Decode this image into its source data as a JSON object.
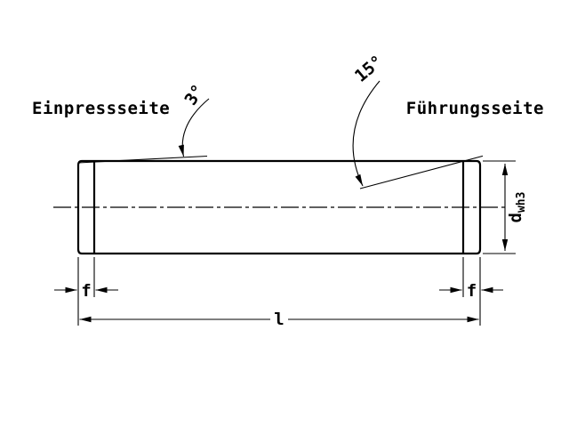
{
  "drawing": {
    "label_press_side": "Einpressseite",
    "label_guide_side": "Führungsseite",
    "angle_press": "3°",
    "angle_guide": "15°",
    "dim_diameter_main": "d",
    "dim_diameter_sub": "wh3",
    "dim_chamfer_left": "f",
    "dim_chamfer_right": "f",
    "dim_length": "l",
    "colors": {
      "line": "#000000",
      "background": "#ffffff"
    }
  }
}
